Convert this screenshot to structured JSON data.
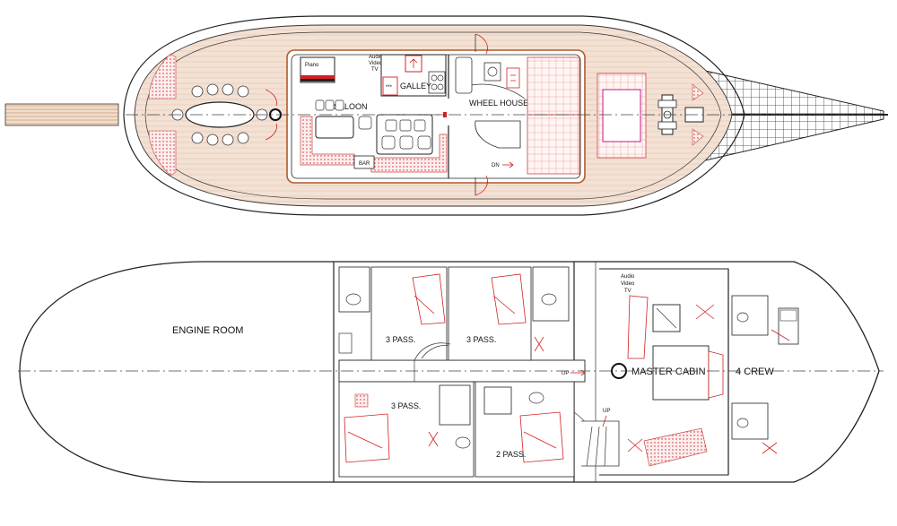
{
  "colors": {
    "deck": "#f3e1d4",
    "deck_plank": "#d9b9a4",
    "outline": "#222222",
    "accent_red": "#d42020",
    "net": "#333333"
  },
  "upper_deck": {
    "labels": {
      "piano": "Piano",
      "audio_video_tv": [
        "Audio",
        "Video",
        "TV"
      ],
      "galley": "GALLEY",
      "galley_mark": "***",
      "saloon": "SALOON",
      "wheel_house": "WHEEL HOUSE",
      "bar": "BAR",
      "dn": "DN"
    }
  },
  "lower_deck": {
    "labels": {
      "engine_room": "ENGINE ROOM",
      "cabin_fwd_left": "3 PASS.",
      "cabin_fwd_right": "3 PASS.",
      "cabin_aft_left": "3 PASS.",
      "cabin_aft_right": "2 PASS.",
      "master_cabin": "MASTER CABIN",
      "crew": "4 CREW",
      "audio_video_tv": [
        "Audio",
        "Video",
        "TV"
      ],
      "up_1": "UP",
      "up_2": "UP"
    }
  }
}
